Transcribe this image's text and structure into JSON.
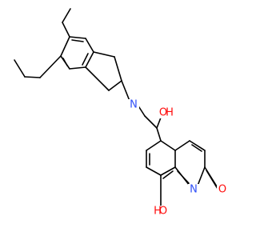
{
  "structure": {
    "atoms": [
      {
        "id": "N1",
        "symbol": "N",
        "color": "#3050f8"
      },
      {
        "id": "N2",
        "symbol": "N",
        "color": "#3050f8"
      },
      {
        "id": "O1",
        "symbol": "O",
        "color": "#ff0d0d"
      },
      {
        "id": "H1",
        "symbol": "H",
        "color": "#ff0d0d"
      },
      {
        "id": "O2",
        "symbol": "O",
        "color": "#ff0d0d"
      },
      {
        "id": "O3",
        "symbol": "O",
        "color": "#ff0d0d"
      }
    ]
  },
  "colors": {
    "bond": "#000000",
    "nitrogen": "#3050f8",
    "oxygen": "#ff0d0d",
    "background": "#ffffff"
  }
}
